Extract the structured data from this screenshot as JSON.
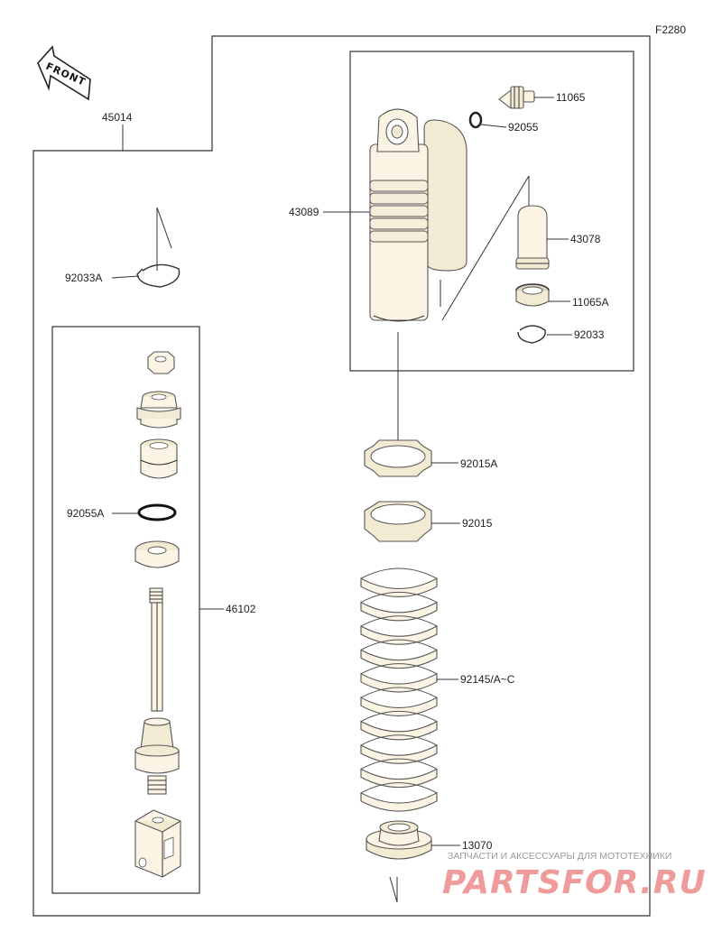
{
  "figure_code": "F2280",
  "front_arrow_label": "FRONT",
  "callouts": {
    "assembly": "45014",
    "shock_body": "43089",
    "valve": "11065",
    "valve_oring": "92055",
    "reservoir_bladder": "43078",
    "reservoir_cap": "11065A",
    "reservoir_circlip": "92033",
    "top_circlip": "92033A",
    "rod_oring": "92055A",
    "rod_assembly": "46102",
    "lock_nut": "92015A",
    "adjuster_nut": "92015",
    "spring": "92145/A~C",
    "spring_guide": "13070"
  },
  "watermark": {
    "caption": "ЗАПЧАСТИ И АКСЕССУАРЫ ДЛЯ МОТОТЕХНИКИ",
    "logo": "PARTSFOR.RU",
    "color": "#e44a4a"
  }
}
